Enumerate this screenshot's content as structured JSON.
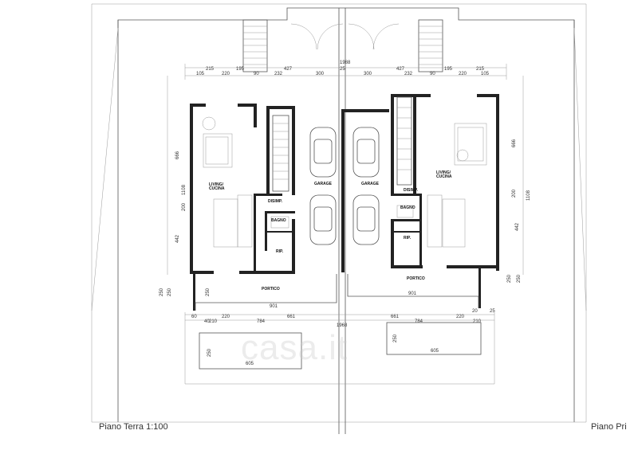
{
  "title_left": "Piano Terra 1:100",
  "title_right": "Piano Pri",
  "watermark": "casa.it",
  "rooms": {
    "living_left": "LIVING/",
    "living_left_2": "CUCINA",
    "living_right": "LIVING/",
    "living_right_2": "CUCINA",
    "garage_left": "GARAGE",
    "garage_right": "GARAGE",
    "bagno_left": "BAGNO",
    "bagno_right": "BAGNO",
    "disimp_left": "DISIMP.",
    "disimp_right": "DISIMP.",
    "rip_left": "RIP.",
    "rip_right": "RIP.",
    "portico_left": "PORTICO",
    "portico_right": "PORTICO"
  },
  "dims": {
    "top_215_l": "215",
    "top_195_l": "195",
    "top_427_l": "427",
    "top_1988": "1988",
    "top_427_r": "427",
    "top_195_r": "195",
    "top_215_r": "215",
    "top_105_l": "105",
    "top_220_l": "220",
    "top_90_l": "90",
    "top_232_l": "232",
    "top_300_l": "300",
    "top_25": "25",
    "top_300_r": "300",
    "top_232_r": "232",
    "top_90_r": "90",
    "top_220_r": "220",
    "top_105_r": "105",
    "left_1108": "1108",
    "left_666": "666",
    "left_442": "442",
    "left_200": "200",
    "left_250a": "250",
    "left_250b": "250",
    "left_250c": "250",
    "right_1108": "1108",
    "right_666": "666",
    "right_442": "442",
    "right_200": "200",
    "right_250a": "250",
    "right_250b": "250",
    "bot_901_l": "901",
    "bot_901_r": "901",
    "bot_661_l": "661",
    "bot_661_r": "661",
    "bot_784_l": "784",
    "bot_784_r": "784",
    "bot_1968": "1968",
    "bot_60": "60",
    "bot_40": "40",
    "bot_220_l": "220",
    "bot_220_r": "220",
    "bot_20": "20",
    "bot_25": "25",
    "bot_210_l": "210",
    "bot_210_r": "210",
    "bot_605_l": "605",
    "bot_605_r": "605",
    "bot_250_l": "250",
    "bot_250_r": "250"
  }
}
